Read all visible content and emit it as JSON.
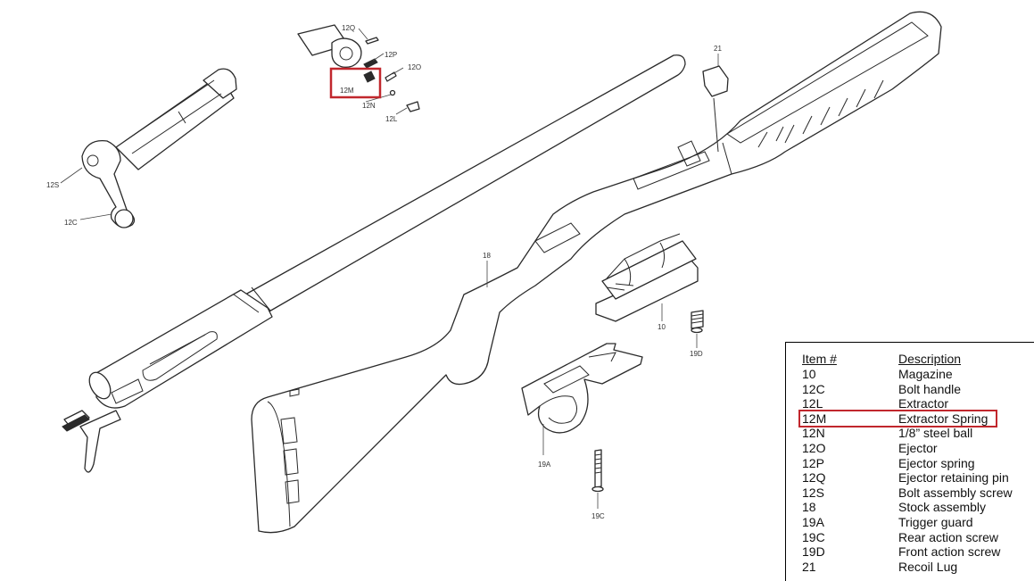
{
  "colors": {
    "highlight": "#c1272d",
    "ink": "#2a2a2a"
  },
  "diagram": {
    "callouts": {
      "c12Q": "12Q",
      "c12P": "12P",
      "c12O": "12O",
      "c12M": "12M",
      "c12N": "12N",
      "c12L": "12L",
      "c21": "21",
      "c12S": "12S",
      "c12C": "12C",
      "c18": "18",
      "c10": "10",
      "c19D": "19D",
      "c19A": "19A",
      "c19C": "19C"
    }
  },
  "table": {
    "headers": {
      "item": "Item #",
      "description": "Description"
    },
    "highlighted_item": "12M",
    "rows": [
      {
        "item": "10",
        "description": "Magazine"
      },
      {
        "item": "12C",
        "description": "Bolt handle"
      },
      {
        "item": "12L",
        "description": "Extractor"
      },
      {
        "item": "12M",
        "description": "Extractor Spring"
      },
      {
        "item": "12N",
        "description": "1/8” steel ball"
      },
      {
        "item": "12O",
        "description": "Ejector"
      },
      {
        "item": "12P",
        "description": "Ejector spring"
      },
      {
        "item": "12Q",
        "description": "Ejector retaining pin"
      },
      {
        "item": "12S",
        "description": "Bolt assembly screw"
      },
      {
        "item": "18",
        "description": "Stock assembly"
      },
      {
        "item": "19A",
        "description": "Trigger guard"
      },
      {
        "item": "19C",
        "description": "Rear action screw"
      },
      {
        "item": "19D",
        "description": "Front action screw"
      },
      {
        "item": "21",
        "description": "Recoil Lug"
      }
    ]
  }
}
